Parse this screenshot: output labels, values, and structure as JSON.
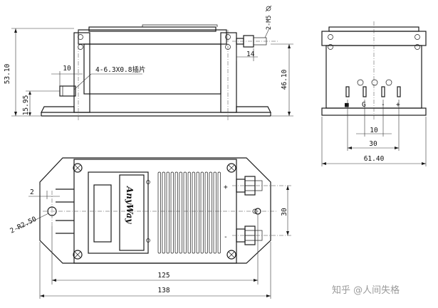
{
  "labels": {
    "dim_height": "53.10",
    "dim_inner_height": "46.10",
    "dim_pin_height": "15.95",
    "dim_pin_len": "10",
    "dim_connector": "14",
    "pin_note": "4-6.3X0.8插片",
    "screw_note": "2-M5",
    "dim_pin_spacing": "10",
    "dim_pin_span": "30",
    "dim_side_width": "61.40",
    "dim_hole_offset": "2",
    "dim_hole": "2-R2.50",
    "dim_conn_spacing": "30",
    "dim_inner_len": "125",
    "dim_total_len": "138",
    "pin_e": "■",
    "pin_g": "G",
    "pin_minus": "-",
    "pin_plus": "+",
    "term_plus": "+",
    "term_minus": "-",
    "logo": "AnyWay",
    "watermark": "知乎 @人间失格"
  }
}
